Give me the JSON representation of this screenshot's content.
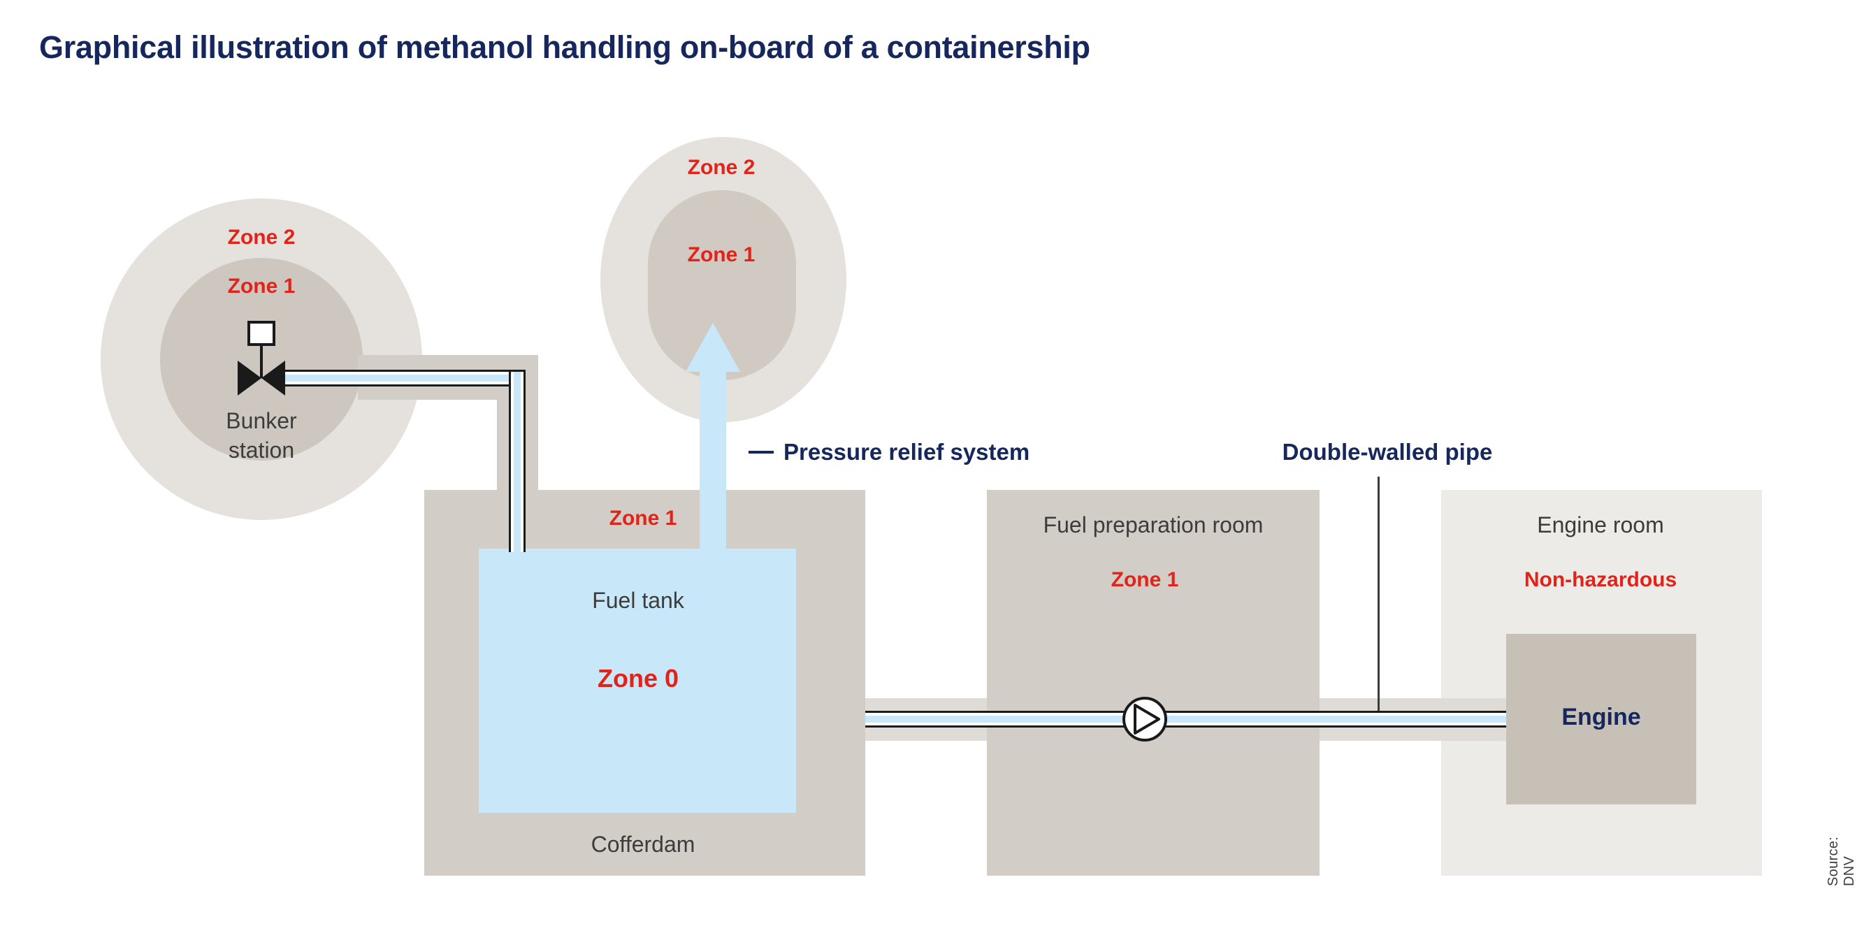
{
  "title": "Graphical illustration of methanol handling on-board of a containership",
  "source": "Source: DNV",
  "colors": {
    "navy": "#15275d",
    "red": "#e2231a",
    "room_gray": "#d2cdc7",
    "zone2_gray": "#e5e1dc",
    "zone1_gray": "#cdc7c0",
    "engine_room_gray": "#edebe7",
    "engine_gray": "#c7c0b7",
    "methanol_blue": "#c8e7f8"
  },
  "bunker": {
    "zone2_label": "Zone 2",
    "zone1_label": "Zone 1",
    "station_label": "Bunker station"
  },
  "vent": {
    "zone2_label": "Zone 2",
    "zone1_label": "Zone 1"
  },
  "annotations": {
    "pressure_relief": "Pressure relief system",
    "double_walled": "Double-walled pipe"
  },
  "cofferdam": {
    "zone1_label": "Zone 1",
    "label": "Cofferdam",
    "fuel_tank": {
      "label": "Fuel tank",
      "zone0_label": "Zone 0"
    }
  },
  "fuel_prep_room": {
    "label": "Fuel preparation room",
    "zone1_label": "Zone 1"
  },
  "engine_room": {
    "label": "Engine room",
    "hazard_label": "Non-hazardous",
    "engine_label": "Engine"
  }
}
